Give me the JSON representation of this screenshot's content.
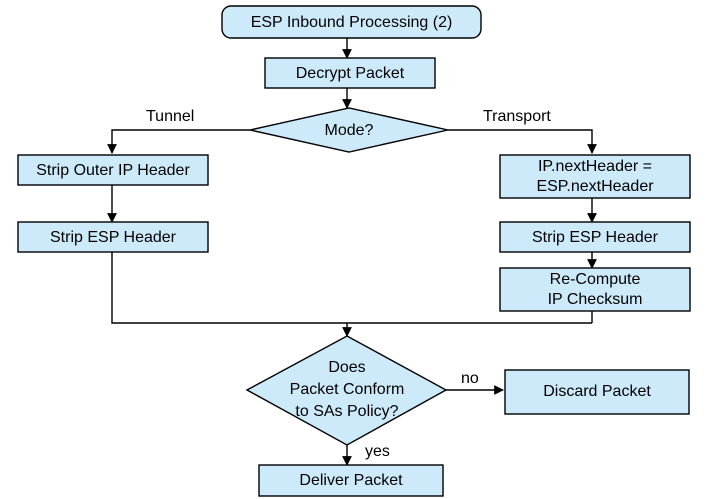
{
  "diagram": {
    "title": "ESP Inbound Processing (2)",
    "style": {
      "shape_fill": "#cdeafa",
      "shape_stroke": "#000000",
      "text_color": "#000000",
      "background": "#ffffff"
    },
    "nodes": [
      {
        "id": "start",
        "type": "terminator",
        "label": "ESP Inbound Processing (2)"
      },
      {
        "id": "decrypt",
        "type": "process",
        "label": "Decrypt Packet"
      },
      {
        "id": "mode",
        "type": "decision",
        "label": "Mode?"
      },
      {
        "id": "strip_outer",
        "type": "process",
        "label": "Strip Outer IP Header"
      },
      {
        "id": "strip_esp_l",
        "type": "process",
        "label": "Strip ESP Header"
      },
      {
        "id": "next_header",
        "type": "process",
        "label_line1": "IP.nextHeader =",
        "label_line2": "ESP.nextHeader"
      },
      {
        "id": "strip_esp_r",
        "type": "process",
        "label": "Strip ESP Header"
      },
      {
        "id": "recompute",
        "type": "process",
        "label_line1": "Re-Compute",
        "label_line2": "IP Checksum"
      },
      {
        "id": "conform",
        "type": "decision",
        "label_line1": "Does",
        "label_line2": "Packet Conform",
        "label_line3": "to SAs Policy?"
      },
      {
        "id": "discard",
        "type": "process",
        "label": "Discard Packet"
      },
      {
        "id": "deliver",
        "type": "process",
        "label": "Deliver Packet"
      }
    ],
    "edge_labels": {
      "tunnel": "Tunnel",
      "transport": "Transport",
      "no": "no",
      "yes": "yes"
    }
  }
}
